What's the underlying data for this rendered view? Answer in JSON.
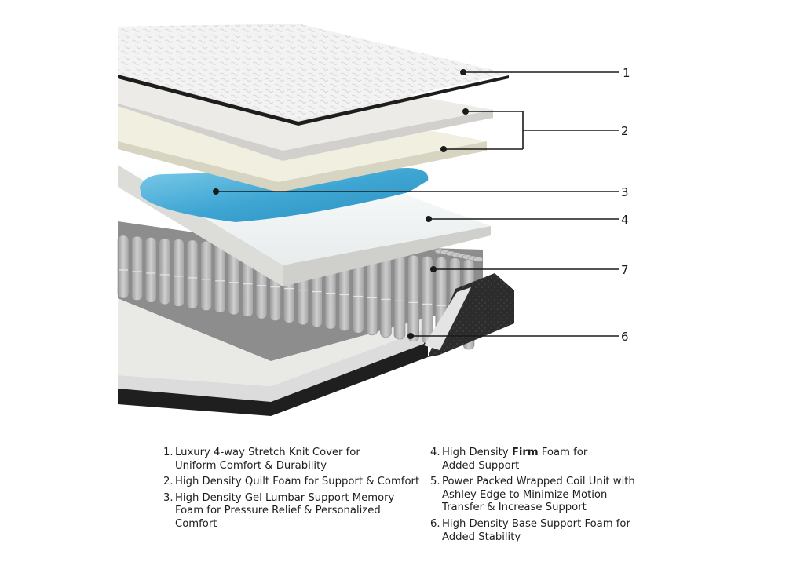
{
  "callouts": [
    "1",
    "2",
    "3",
    "4",
    "7",
    "6"
  ],
  "legend_left": [
    {
      "num": "1.",
      "text": "Luxury 4-way Stretch Knit Cover for\nUniform Comfort & Durability"
    },
    {
      "num": "2.",
      "text": "High Density Quilt Foam for Support & Comfort"
    },
    {
      "num": "3.",
      "text": "High Density Gel Lumbar Support Memory\nFoam for Pressure Relief & Personalized Comfort"
    }
  ],
  "legend_right": [
    {
      "num": "4.",
      "pre": "High Density ",
      "bold": "Firm",
      "post": " Foam for\nAdded Support"
    },
    {
      "num": "5.",
      "text": "Power Packed Wrapped Coil Unit with\nAshley Edge to Minimize Motion\nTransfer & Increase Support"
    },
    {
      "num": "6.",
      "text": "High Density Base Support Foam for\nAdded Stability"
    }
  ],
  "colors": {
    "cover": "#f2f2f2",
    "quilt_foam": "#ebe8dc",
    "gel_foam": "#4fb3d9",
    "firm_foam": "#f4f4f0",
    "coils": "#b8b8b8",
    "edge_fabric": "#2e2e2e"
  }
}
